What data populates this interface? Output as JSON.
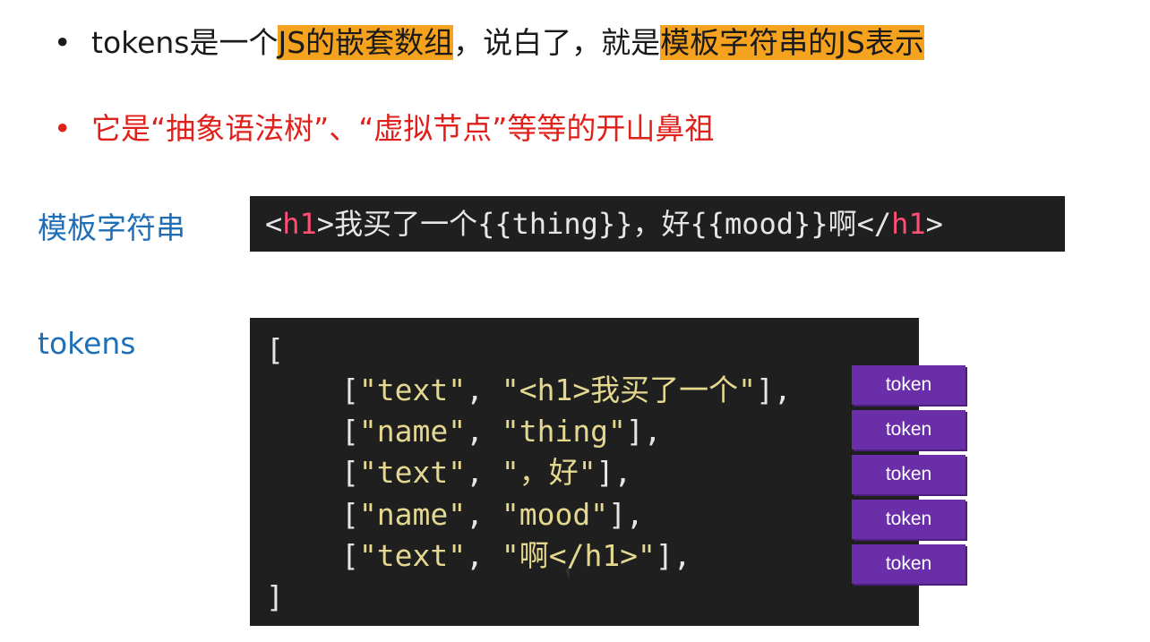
{
  "bullets": {
    "b1": {
      "dot": "•",
      "p1": "tokens是一个",
      "h1": "JS的嵌套数组",
      "p2": "，说白了，就是",
      "h2": "模板字符串的JS表示"
    },
    "b2": {
      "dot": "•",
      "text": "它是“抽象语法树”、“虚拟节点”等等的开山鼻祖"
    }
  },
  "labels": {
    "template": "模板字符串",
    "tokens": "tokens"
  },
  "template_code": {
    "lt1": "<",
    "tag1": "h1",
    "gt1": ">",
    "middle": "我买了一个{{thing}}，好{{mood}}啊",
    "lt2": "</",
    "tag2": "h1",
    "gt2": ">"
  },
  "tokens_code": {
    "open": "[",
    "close": "]",
    "rows": [
      {
        "type": "\"text\"",
        "value": "\"<h1>我买了一个\""
      },
      {
        "type": "\"name\"",
        "value": "\"thing\""
      },
      {
        "type": "\"text\"",
        "value": "\"，好\""
      },
      {
        "type": "\"name\"",
        "value": "\"mood\""
      },
      {
        "type": "\"text\"",
        "value": "\"啊</h1>\""
      }
    ]
  },
  "token_labels": [
    "token",
    "token",
    "token",
    "token",
    "token"
  ],
  "colors": {
    "highlight": "#f5a21f",
    "label_blue": "#1e6fb8",
    "red_text": "#e0201b",
    "token_purple": "#6a2fa8",
    "code_bg": "#1f1f1f",
    "tag_pink": "#ff4f75",
    "string_yellow": "#e4d890"
  }
}
